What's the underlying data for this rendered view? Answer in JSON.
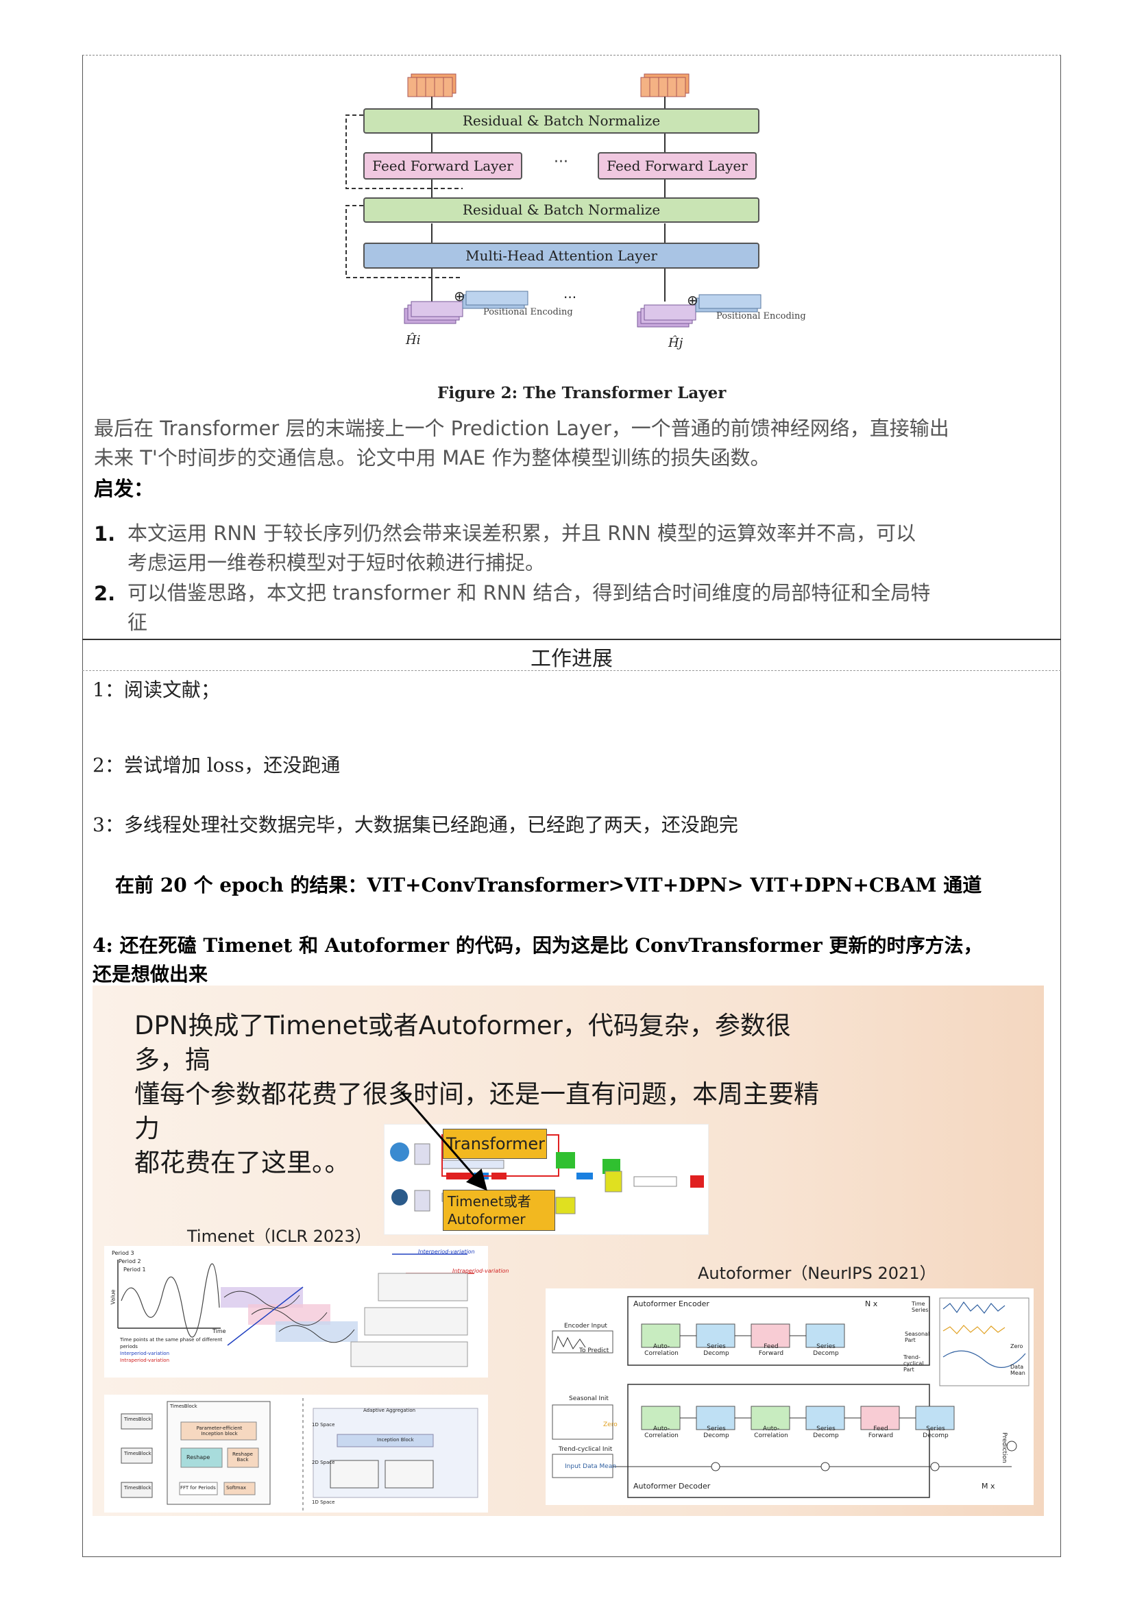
{
  "figure": {
    "caption": "Figure 2: The Transformer Layer",
    "blocks": {
      "residual_top": "Residual & Batch Normalize",
      "ffn_left": "Feed Forward Layer",
      "ffn_dots": "···",
      "ffn_right": "Feed Forward Layer",
      "residual_bottom": "Residual & Batch Normalize",
      "attention": "Multi-Head Attention Layer",
      "pos_enc_left": "Positional Encoding",
      "pos_enc_right": "Positional Encoding",
      "input_left": "Ĥi",
      "input_right": "Ĥj",
      "input_dots": "···",
      "plus": "⊕"
    },
    "colors": {
      "green": "#c9e4b4",
      "blue": "#a9c4e4",
      "purple": "#c8a8dc",
      "orange": "#f2a36c"
    }
  },
  "body": {
    "para_line1": "最后在 Transformer 层的末端接上一个 Prediction Layer，一个普通的前馈神经网络，直接输出",
    "para_line2": "未来 T'个时间步的交通信息。论文中用 MAE 作为整体模型训练的损失函数。",
    "inspiration_title": "启发：",
    "list": [
      {
        "num": "1.",
        "line1": "本文运用 RNN 于较长序列仍然会带来误差积累，并且 RNN 模型的运算效率并不高，可以",
        "line2": "考虑运用一维卷积模型对于短时依赖进行捕捉。"
      },
      {
        "num": "2.",
        "line1": "可以借鉴思路，本文把 transformer 和 RNN 结合，得到结合时间维度的局部特征和全局特",
        "line2": "征"
      }
    ]
  },
  "work": {
    "header": "工作进展",
    "item1": "1：阅读文献；",
    "item2": "2：尝试增加 loss，还没跑通",
    "item3": "3：多线程处理社交数据完毕，大数据集已经跑通，已经跑了两天，还没跑完",
    "result": "在前 20 个 epoch 的结果：VIT+ConvTransformer>VIT+DPN> VIT+DPN+CBAM 通道",
    "item4_line1": "4: 还在死磕 Timenet 和 Autoformer 的代码，因为这是比 ConvTransformer 更新的时序方法，",
    "item4_line2": "还是想做出来"
  },
  "slide": {
    "text_line1": "DPN换成了Timenet或者Autoformer，代码复杂，参数很多，搞",
    "text_line2": "懂每个参数都花费了很多时间，还是一直有问题，本周主要精力",
    "text_line3": "都花费在了这里。。",
    "transformer_label": "Transformer",
    "replace_label_line1": "Timenet或者",
    "replace_label_line2": "Autoformer",
    "timenet_title": "Timenet（ICLR 2023）",
    "autoformer_title": "Autoformer（NeurIPS 2021）",
    "timenet_fig": {
      "period_labels": [
        "Period 3",
        "Period 2",
        "Period 1"
      ],
      "interperiod": "Interperiod-variation",
      "intraperiod": "Intraperiod-variation",
      "legend": [
        "Time points at the same phase of different periods",
        "Interperiod-variation",
        "Intraperiod-variation"
      ],
      "axis_time": "Time",
      "axis_value": "Value"
    },
    "timesblock_fig": {
      "blocks": [
        "TimesBlock",
        "TimesBlock",
        "TimesBlock"
      ],
      "inner_title": "TimesBlock",
      "inception": "Parameter-efficient Inception block",
      "reshape": "Reshape",
      "reshape_back": "Reshape Back",
      "fft": "FFT for Periods",
      "softmax": "Softmax",
      "space_1d": "1D Space",
      "space_2d": "2D Space",
      "space_1d_b": "1D Space",
      "adaptive": "Adaptive Aggregation",
      "inception_block": "Inception Block"
    },
    "autoformer_fig": {
      "encoder_title": "Autoformer Encoder",
      "decoder_title": "Autoformer Decoder",
      "n_label": "N x",
      "m_label": "M x",
      "encoder_input": "Encoder Input",
      "to_predict": "To Predict",
      "seasonal_init": "Seasonal Init",
      "zero": "Zero",
      "trend_init": "Trend-cyclical Init",
      "input_data_mean": "Input Data Mean",
      "auto_corr": "Auto-Correlation",
      "series_decomp": "Series Decomp",
      "feed_forward": "Feed Forward",
      "prediction": "Prediction",
      "legend_time_series": "Time Series",
      "legend_seasonal": "Seasonal Part",
      "legend_trend": "Trend-cyclical Part",
      "legend_zero": "Zero",
      "legend_mean": "Data Mean"
    }
  }
}
